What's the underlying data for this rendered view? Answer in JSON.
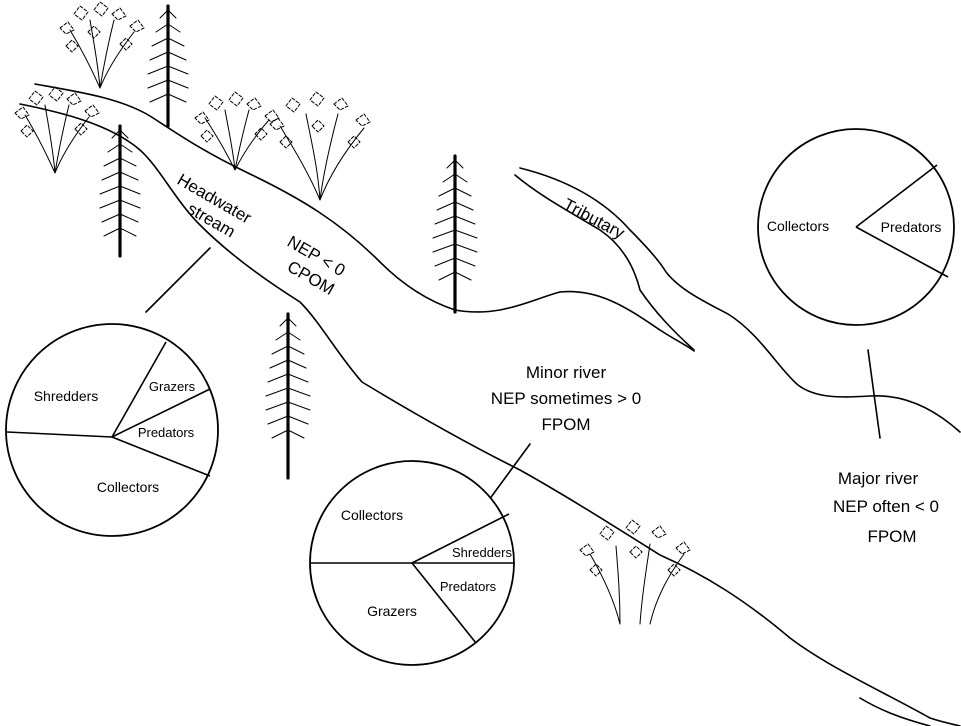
{
  "stream_labels": {
    "headwater_line1": "Headwater",
    "headwater_line2": "stream",
    "headwater_nep": "NEP < 0",
    "headwater_om": "CPOM",
    "tributary": "Tributary",
    "minor_title": "Minor river",
    "minor_nep": "NEP sometimes > 0",
    "minor_om": "FPOM",
    "major_title": "Major river",
    "major_nep": "NEP often < 0",
    "major_om": "FPOM"
  },
  "pie_headwater": {
    "shredders": "Shredders",
    "grazers": "Grazers",
    "predators": "Predators",
    "collectors": "Collectors"
  },
  "pie_minor": {
    "collectors": "Collectors",
    "shredders": "Shredders",
    "predators": "Predators",
    "grazers": "Grazers"
  },
  "pie_major": {
    "collectors": "Collectors",
    "predators": "Predators"
  }
}
